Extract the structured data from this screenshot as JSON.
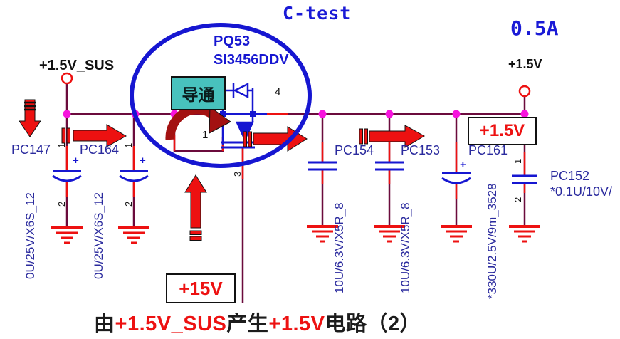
{
  "header": {
    "test_label": "C-test",
    "current": "0.5A"
  },
  "nets": {
    "source": "+1.5V_SUS",
    "output": "+1.5V"
  },
  "transistor": {
    "ref": "PQ53",
    "part": "SI3456DDV",
    "state": "导通",
    "pin_gate_loop": "1",
    "pin_drain": "4",
    "pin_gate_down": "3"
  },
  "callouts": {
    "output": "+1.5V",
    "gate_drive": "+15V"
  },
  "capacitors": [
    {
      "ref": "PC147",
      "value": "0U/25V/X6S_12",
      "polarity": "+",
      "pin_top": "1",
      "pin_bottom": "2"
    },
    {
      "ref": "PC164",
      "value": "0U/25V/X6S_12",
      "polarity": "+",
      "pin_top": "1",
      "pin_bottom": "2"
    },
    {
      "ref": "PC154",
      "value": "10U/6.3V/X5R_8"
    },
    {
      "ref": "PC153",
      "value": "10U/6.3V/X5R_8"
    },
    {
      "ref": "PC161",
      "value": "*330U/2.5V/9m_3528",
      "polarity": "+"
    },
    {
      "ref": "PC152",
      "value": "*0.1U/10V/",
      "pin_top": "1",
      "pin_bottom": "2"
    }
  ],
  "caption": {
    "segments": [
      {
        "text": "由"
      },
      {
        "text": "+1.5V_SUS"
      },
      {
        "text": "产生"
      },
      {
        "text": "+1.5V"
      },
      {
        "text": "电路（2）"
      }
    ]
  },
  "colors": {
    "wire_maroon": "#6b0b3c",
    "schematic_blue": "#1616d1",
    "label_navy": "#2b2b9e",
    "title_blue": "#1a1ad6",
    "arrow_red": "#ed1111",
    "arch_arrow_dark_red": "#a31111",
    "junction_magenta": "#f713dd",
    "state_box_teal": "#48c2bd"
  }
}
